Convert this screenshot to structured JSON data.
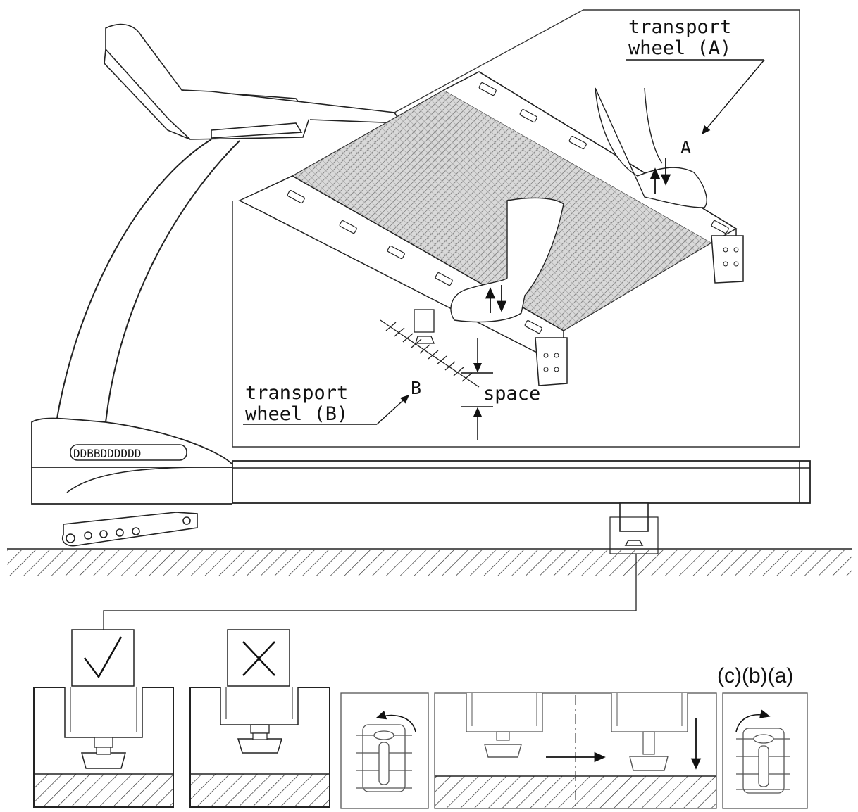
{
  "labels": {
    "transport_wheel_a_line1": "transport",
    "transport_wheel_a_line2": "wheel (A)",
    "letter_a": "A",
    "transport_wheel_b_line1": "transport",
    "transport_wheel_b_line2": "wheel (B)",
    "letter_b": "B",
    "space": "space",
    "sequence": "(c)(b)(a)"
  },
  "icons": {
    "correct": "check-mark-icon",
    "incorrect": "cross-mark-icon"
  }
}
